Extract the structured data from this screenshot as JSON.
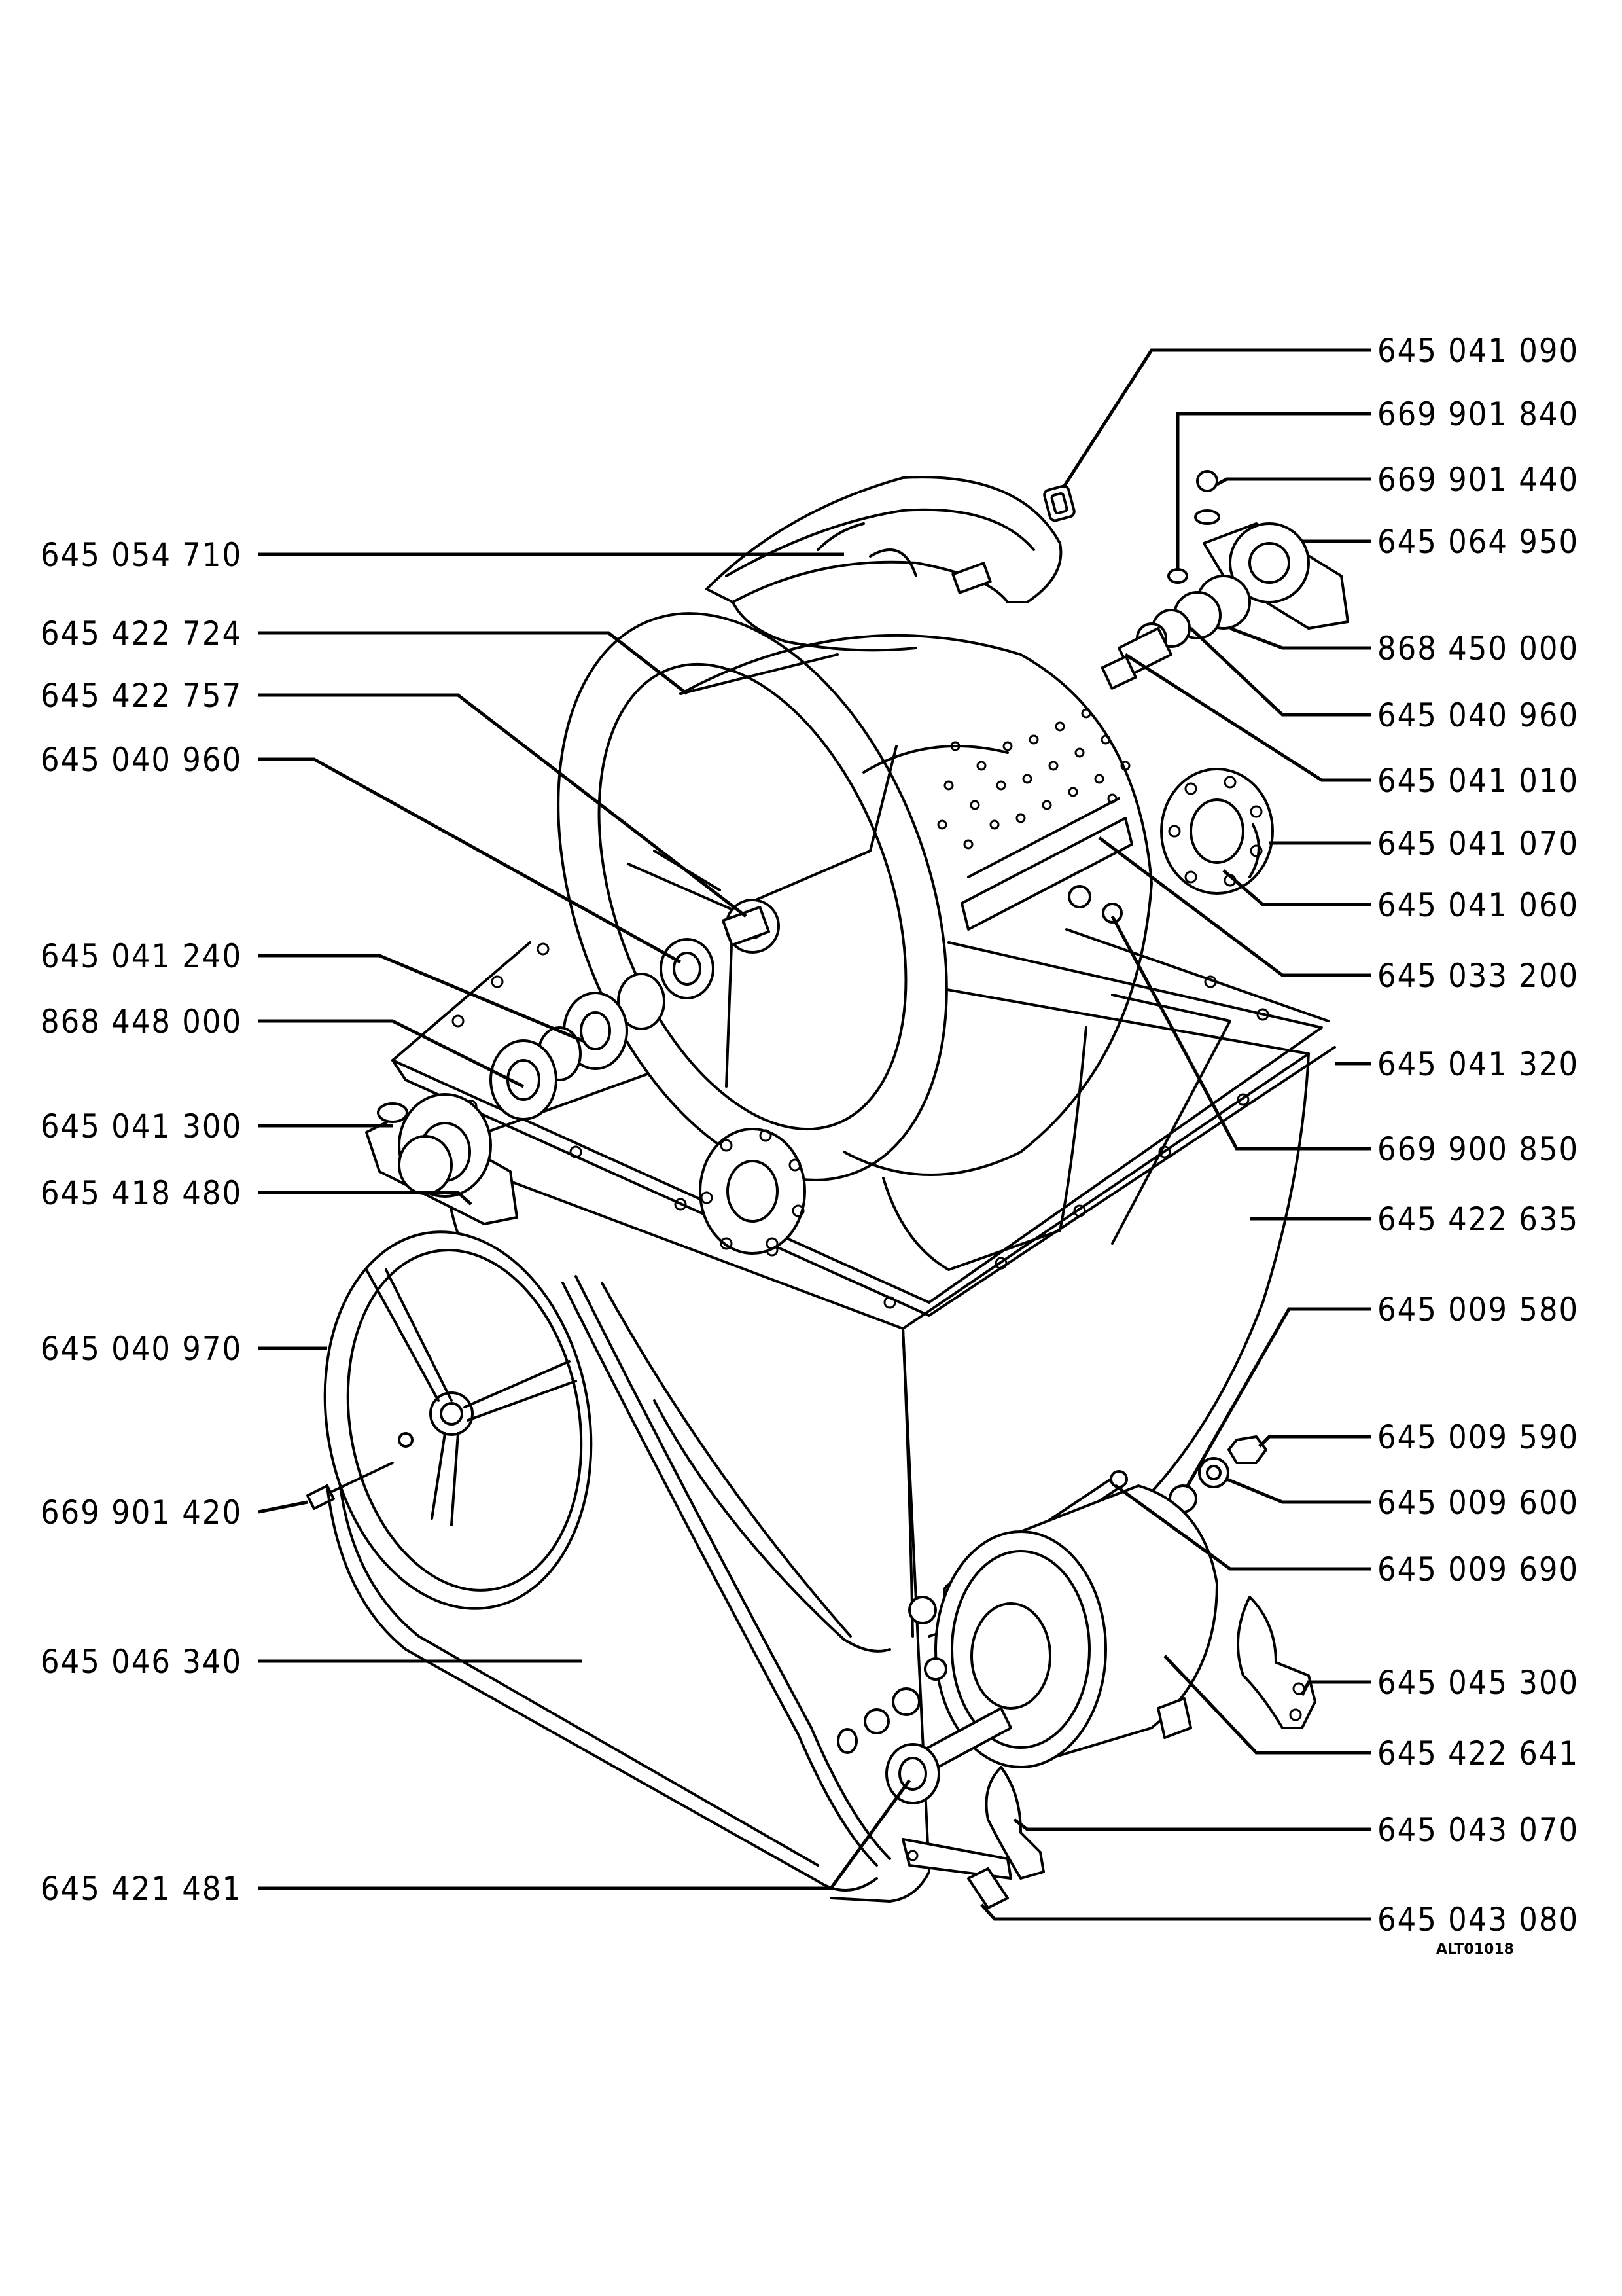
{
  "diagram": {
    "type": "exploded-parts-diagram",
    "line_color": "#000000",
    "background": "#ffffff"
  },
  "labels": {
    "left": [
      "645 054 710",
      "645 422 724",
      "645 422 757",
      "645 040 960",
      "645 041 240",
      "868 448 000",
      "645 041 300",
      "645 418 480",
      "645 040 970",
      "669 901 420",
      "645 046 340",
      "645 421 481"
    ],
    "right": [
      "645 041 090",
      "669 901 840",
      "669 901 440",
      "645 064 950",
      "868 450 000",
      "645 040 960",
      "645 041 010",
      "645 041 070",
      "645 041 060",
      "645 033 200",
      "645 041 320",
      "669 900 850",
      "645 422 635",
      "645 009 580",
      "645 009 590",
      "645 009 600",
      "645 009 690",
      "645 045 300",
      "645 422 641",
      "645 043 070",
      "645 043 080"
    ]
  },
  "drawing_code": "ALT01018"
}
